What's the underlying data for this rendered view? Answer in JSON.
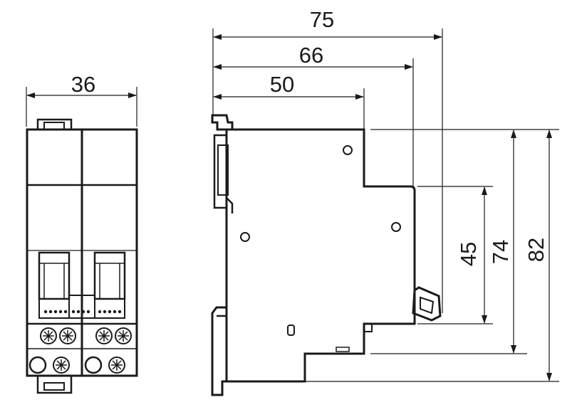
{
  "dimensions": {
    "front_width": {
      "value": "36"
    },
    "side_width_total": {
      "value": "75"
    },
    "side_width_mid": {
      "value": "66"
    },
    "side_width_body": {
      "value": "50"
    },
    "height_front_face": {
      "value": "45"
    },
    "height_body": {
      "value": "74"
    },
    "height_total": {
      "value": "82"
    }
  },
  "colors": {
    "line": "#1a1a1a",
    "background": "#ffffff"
  }
}
